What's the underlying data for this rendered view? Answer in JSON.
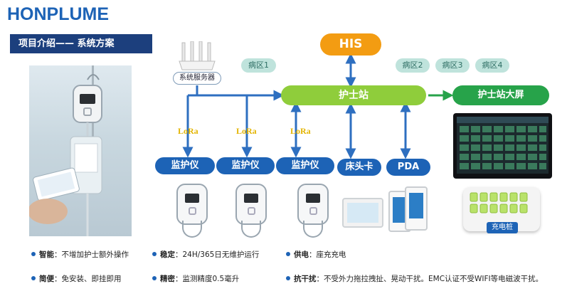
{
  "header": {
    "brand": "HONPLUME",
    "section_title": "项目介绍—— 系统方案"
  },
  "diagram": {
    "his": "HIS",
    "nurse_station": "护士站",
    "nurse_screen": "护士站大屏",
    "server": "系统服务器",
    "wards": [
      "病区1",
      "病区2",
      "病区3",
      "病区4"
    ],
    "lora": "LoRa",
    "devices": {
      "monitor": "监护仪",
      "bedcard": "床头卡",
      "pda": "PDA"
    },
    "charger": "充电桩"
  },
  "features": [
    {
      "key": "智能",
      "text": "：不增加护士额外操作"
    },
    {
      "key": "稳定",
      "text": "：24H/365日无维护运行"
    },
    {
      "key": "供电",
      "text": "：座充充电"
    },
    {
      "key": "简便",
      "text": "：免安装、即挂即用"
    },
    {
      "key": "精密",
      "text": "：监测精度0.5毫升"
    },
    {
      "key": "抗干扰",
      "text": "：不受外力拖拉拽扯、晃动干扰。EMC认证不受WIFI等电磁波干扰。"
    }
  ],
  "colors": {
    "brand_blue": "#1d63b6",
    "title_navy": "#1c3f7d",
    "his_orange": "#f39c12",
    "station_green": "#8fcd3b",
    "screen_green": "#27a34a",
    "ward_teal": "#bfe3dc",
    "lora_yellow": "#e3b400"
  }
}
